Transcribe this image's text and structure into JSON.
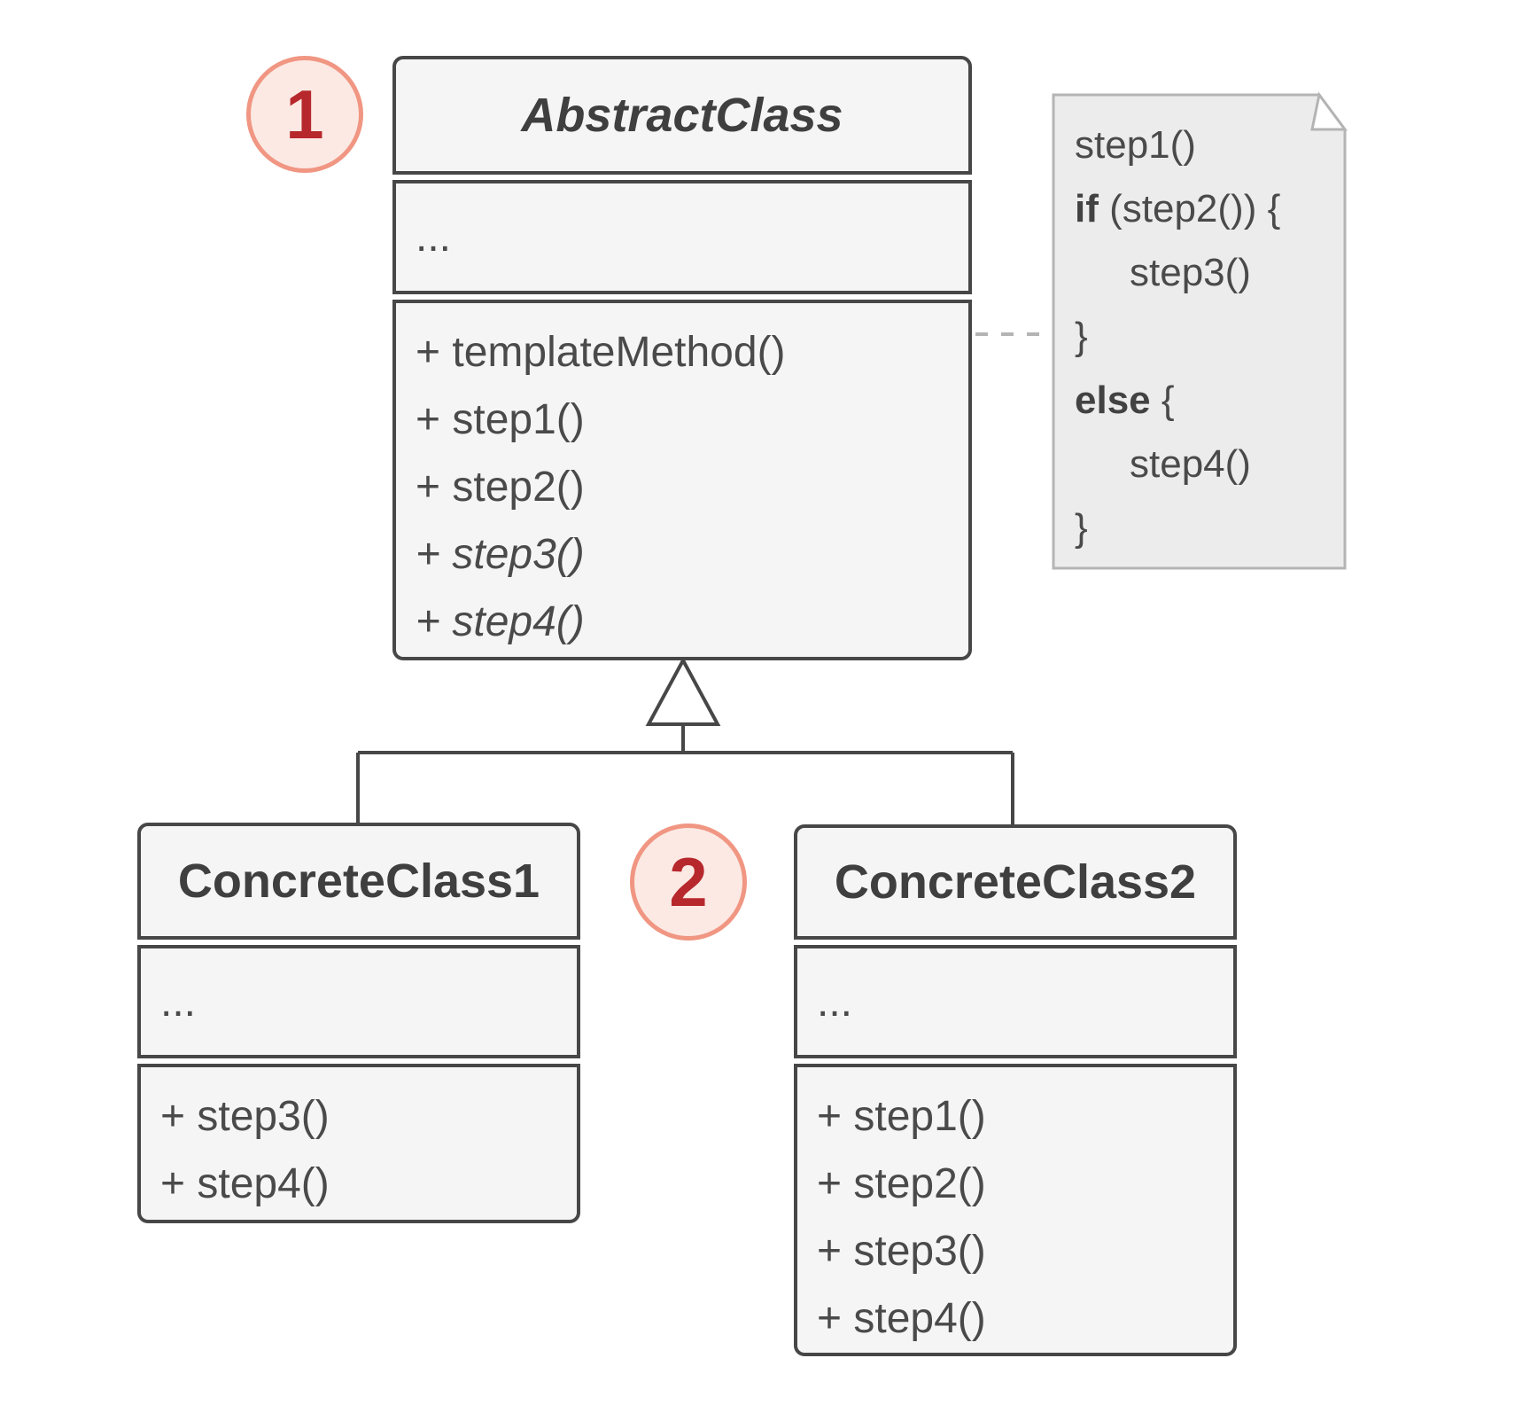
{
  "badges": {
    "badge1": "1",
    "badge2": "2"
  },
  "abstract_class": {
    "name": "AbstractClass",
    "attributes_placeholder": "...",
    "methods": [
      "+ templateMethod()",
      "+ step1()",
      "+ step2()",
      "+ step3()",
      "+ step4()"
    ]
  },
  "concrete_class_1": {
    "name": "ConcreteClass1",
    "attributes_placeholder": "...",
    "methods": [
      "+ step3()",
      "+ step4()"
    ]
  },
  "concrete_class_2": {
    "name": "ConcreteClass2",
    "attributes_placeholder": "...",
    "methods": [
      "+ step1()",
      "+ step2()",
      "+ step3()",
      "+ step4()"
    ]
  },
  "note": {
    "lines": [
      {
        "keyword": "",
        "text": "step1()"
      },
      {
        "keyword": "if",
        "text": " (step2()) {"
      },
      {
        "keyword": "",
        "text": "step3()"
      },
      {
        "keyword": "",
        "text": "}"
      },
      {
        "keyword": "else",
        "text": " {"
      },
      {
        "keyword": "",
        "text": "step4()"
      },
      {
        "keyword": "",
        "text": "}"
      }
    ]
  },
  "colors": {
    "box_border": "#474747",
    "box_fill": "#f5f5f5",
    "text": "#4a4a4a",
    "note_fill": "#ececec",
    "note_border": "#b4b4b4",
    "badge_ring": "#f09682",
    "badge_fill": "#fce9e4",
    "badge_text": "#b7282d"
  }
}
